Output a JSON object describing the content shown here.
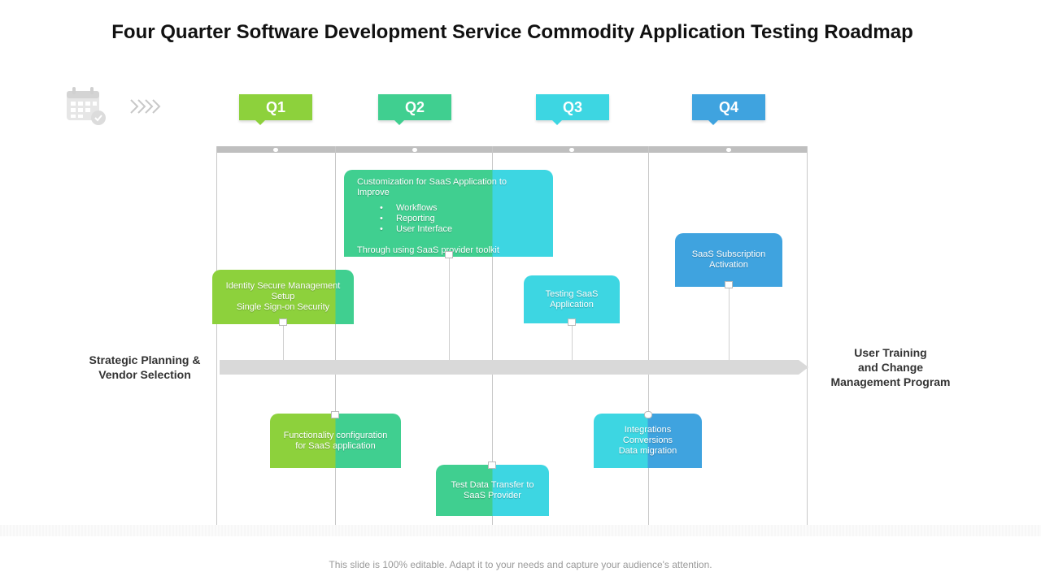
{
  "title": "Four Quarter Software Development Service Commodity Application Testing Roadmap",
  "quarters": [
    {
      "label": "Q1",
      "color": "#8dd13c"
    },
    {
      "label": "Q2",
      "color": "#40cf90"
    },
    {
      "label": "Q3",
      "color": "#3dd6e2"
    },
    {
      "label": "Q4",
      "color": "#3fa3df"
    }
  ],
  "left_label": "Strategic Planning &\nVendor Selection",
  "right_label": "User Training\nand Change\nManagement Program",
  "boxes": {
    "customization": {
      "title": "Customization  for SaaS Application to Improve",
      "bullets": [
        "Workflows",
        "Reporting",
        "User Interface"
      ],
      "footer": "Through using SaaS provider toolkit"
    },
    "identity": "Identity Secure Management\nSetup\nSingle Sign-on Security",
    "testing": "Testing SaaS\nApplication",
    "subscription": "SaaS Subscription\nActivation",
    "functionality": "Functionality configuration\nfor SaaS application",
    "integrations": "Integrations\nConversions\nData migration",
    "transfer": "Test Data Transfer to\nSaaS Provider"
  },
  "footer": "This slide is 100% editable. Adapt it to your needs and capture your audience's attention."
}
